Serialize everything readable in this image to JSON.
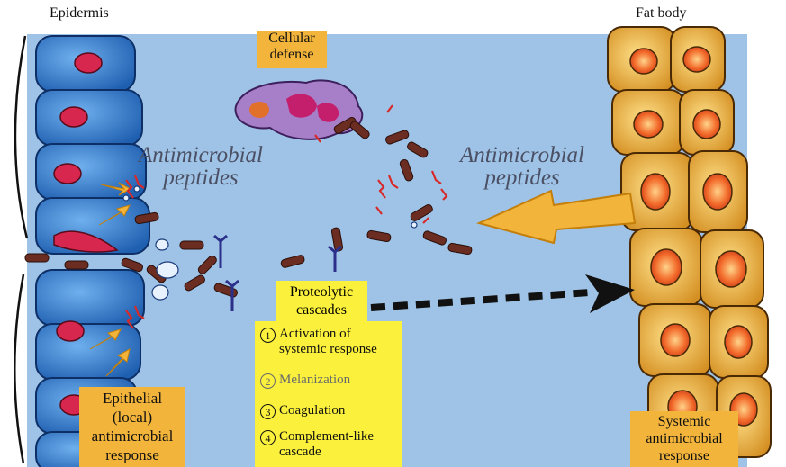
{
  "labels": {
    "epidermis": "Epidermis",
    "fat_body": "Fat body",
    "cellular_defense": [
      "Cellular",
      "defense"
    ],
    "amp_left": [
      "Antimicrobial",
      "peptides"
    ],
    "amp_right": [
      "Antimicrobial",
      "peptides"
    ],
    "proteolytic": [
      "Proteolytic",
      "cascades"
    ],
    "epithelial": [
      "Epithelial",
      "(local)",
      "antimicrobial",
      "response"
    ],
    "systemic": [
      "Systemic",
      "antimicrobial",
      "response"
    ]
  },
  "steps": [
    {
      "number": "1",
      "lines": [
        "Activation of",
        "systemic response"
      ]
    },
    {
      "number": "2",
      "lines": [
        "Melanization"
      ]
    },
    {
      "number": "3",
      "lines": [
        "Coagulation"
      ]
    },
    {
      "number": "4",
      "lines": [
        "Complement-like",
        "cascade"
      ]
    }
  ],
  "colors": {
    "background": "#9fc3e6",
    "epidermis_cell": "#2f76c8",
    "fat_body_cell": "#e9a73a",
    "label_box": "#f2b43a",
    "steps_panel": "#fbf13c",
    "bacteria": "#6b2d22"
  }
}
